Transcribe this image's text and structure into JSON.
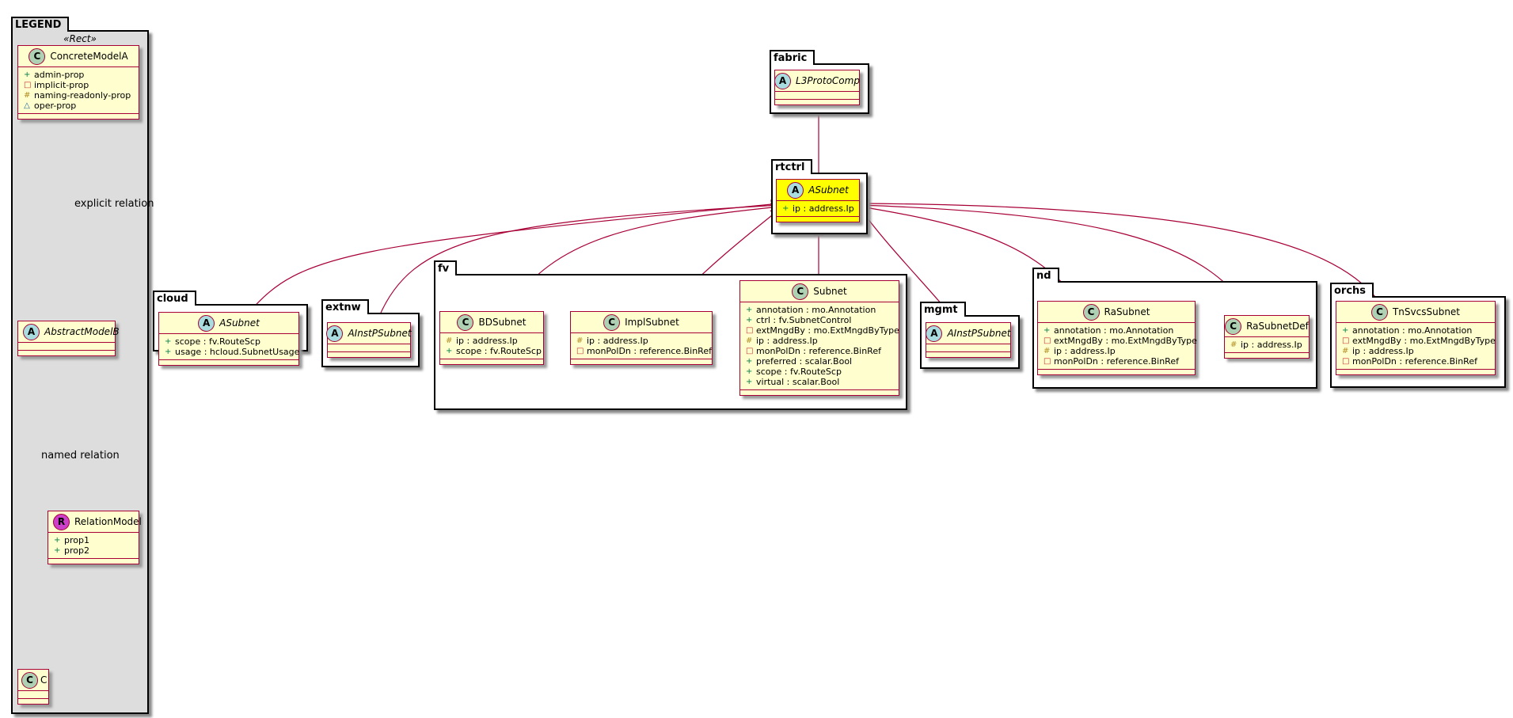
{
  "legend": {
    "package": "LEGEND",
    "stereotype": "«Rect»",
    "concrete": {
      "name": "ConcreteModelA",
      "badge": "C",
      "attrs": [
        {
          "vis": "+",
          "text": "admin-prop"
        },
        {
          "vis": "□",
          "text": "implicit-prop"
        },
        {
          "vis": "#",
          "text": "naming-readonly-prop"
        },
        {
          "vis": "△",
          "text": "oper-prop"
        }
      ]
    },
    "abstract": {
      "name": "AbstractModelB",
      "badge": "A"
    },
    "relation": {
      "name": "RelationModel",
      "badge": "R",
      "attrs": [
        {
          "vis": "+",
          "text": "prop1"
        },
        {
          "vis": "+",
          "text": "prop2"
        }
      ]
    },
    "c": {
      "name": "C",
      "badge": "C"
    },
    "explicit_label": "explicit relation",
    "named_label": "named relation"
  },
  "packages": {
    "fabric": "fabric",
    "rtctrl": "rtctrl",
    "cloud": "cloud",
    "extnw": "extnw",
    "fv": "fv",
    "mgmt": "mgmt",
    "nd": "nd",
    "orchs": "orchs"
  },
  "classes": {
    "l3proto": {
      "name": "L3ProtoComp",
      "badge": "A"
    },
    "rtctrl_asubnet": {
      "name": "ASubnet",
      "badge": "A",
      "attrs": [
        {
          "vis": "+",
          "text": "ip : address.Ip"
        }
      ]
    },
    "cloud_asubnet": {
      "name": "ASubnet",
      "badge": "A",
      "attrs": [
        {
          "vis": "+",
          "text": "scope : fv.RouteScp"
        },
        {
          "vis": "+",
          "text": "usage : hcloud.SubnetUsage"
        }
      ]
    },
    "extnw_ainst": {
      "name": "AInstPSubnet",
      "badge": "A"
    },
    "bdsubnet": {
      "name": "BDSubnet",
      "badge": "C",
      "attrs": [
        {
          "vis": "#",
          "text": "ip : address.Ip"
        },
        {
          "vis": "+",
          "text": "scope : fv.RouteScp"
        }
      ]
    },
    "implsubnet": {
      "name": "ImplSubnet",
      "badge": "C",
      "attrs": [
        {
          "vis": "#",
          "text": "ip : address.Ip"
        },
        {
          "vis": "□",
          "text": "monPolDn : reference.BinRef"
        }
      ]
    },
    "subnet": {
      "name": "Subnet",
      "badge": "C",
      "attrs": [
        {
          "vis": "+",
          "text": "annotation : mo.Annotation"
        },
        {
          "vis": "+",
          "text": "ctrl : fv.SubnetControl"
        },
        {
          "vis": "□",
          "text": "extMngdBy : mo.ExtMngdByType"
        },
        {
          "vis": "#",
          "text": "ip : address.Ip"
        },
        {
          "vis": "□",
          "text": "monPolDn : reference.BinRef"
        },
        {
          "vis": "+",
          "text": "preferred : scalar.Bool"
        },
        {
          "vis": "+",
          "text": "scope : fv.RouteScp"
        },
        {
          "vis": "+",
          "text": "virtual : scalar.Bool"
        }
      ]
    },
    "mgmt_ainst": {
      "name": "AInstPSubnet",
      "badge": "A"
    },
    "rasubnet": {
      "name": "RaSubnet",
      "badge": "C",
      "attrs": [
        {
          "vis": "+",
          "text": "annotation : mo.Annotation"
        },
        {
          "vis": "□",
          "text": "extMngdBy : mo.ExtMngdByType"
        },
        {
          "vis": "#",
          "text": "ip : address.Ip"
        },
        {
          "vis": "□",
          "text": "monPolDn : reference.BinRef"
        }
      ]
    },
    "rasubnetdef": {
      "name": "RaSubnetDef",
      "badge": "C",
      "attrs": [
        {
          "vis": "#",
          "text": "ip : address.Ip"
        }
      ]
    },
    "tnsvcs": {
      "name": "TnSvcsSubnet",
      "badge": "C",
      "attrs": [
        {
          "vis": "+",
          "text": "annotation : mo.Annotation"
        },
        {
          "vis": "□",
          "text": "extMngdBy : mo.ExtMngdByType"
        },
        {
          "vis": "#",
          "text": "ip : address.Ip"
        },
        {
          "vis": "□",
          "text": "monPolDn : reference.BinRef"
        }
      ]
    }
  },
  "colors": {
    "class_fill": "#fefece",
    "class_border": "#a80036",
    "highlight_fill": "#ffff00",
    "legend_fill": "#dddddd",
    "badge_class": "#add1b2",
    "badge_abstract": "#a9dcdf",
    "badge_relation": "#cc3fc8"
  }
}
